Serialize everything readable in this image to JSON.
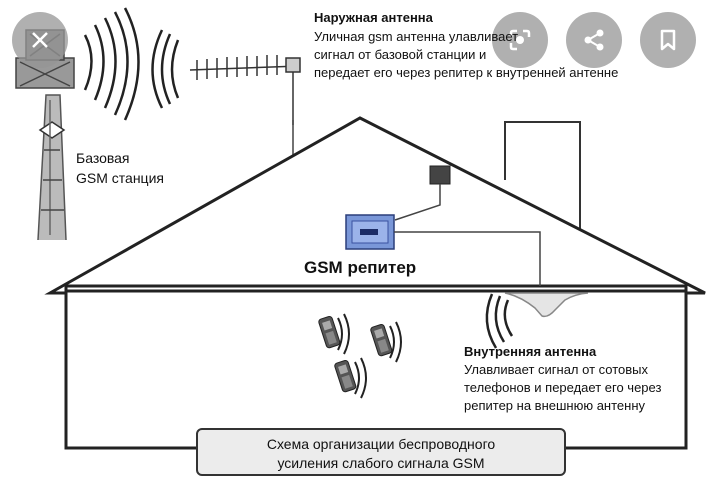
{
  "overlay": {
    "close_icon": "close-icon",
    "lens_icon": "lens-search-icon",
    "share_icon": "share-icon",
    "bookmark_icon": "bookmark-icon",
    "button_color": "#969696"
  },
  "outdoor_antenna": {
    "title": "Наружная антенна",
    "line1": "Уличная gsm антенна улавливает",
    "line2": "сигнал от базовой станции и",
    "line3": "передает его через репитер к внутренней антенне"
  },
  "base_station": {
    "line1": "Базовая",
    "line2": "GSM станция"
  },
  "repeater": {
    "label": "GSM репитер",
    "color": "#6f8fd6"
  },
  "indoor_antenna": {
    "title": "Внутренняя антенна",
    "line1": "Улавливает сигнал от сотовых",
    "line2": "телефонов и передает его через",
    "line3": "репитер на внешнюю антенну"
  },
  "caption": {
    "line1": "Схема организации беспроводного",
    "line2": "усиления слабого сигнала GSM"
  }
}
